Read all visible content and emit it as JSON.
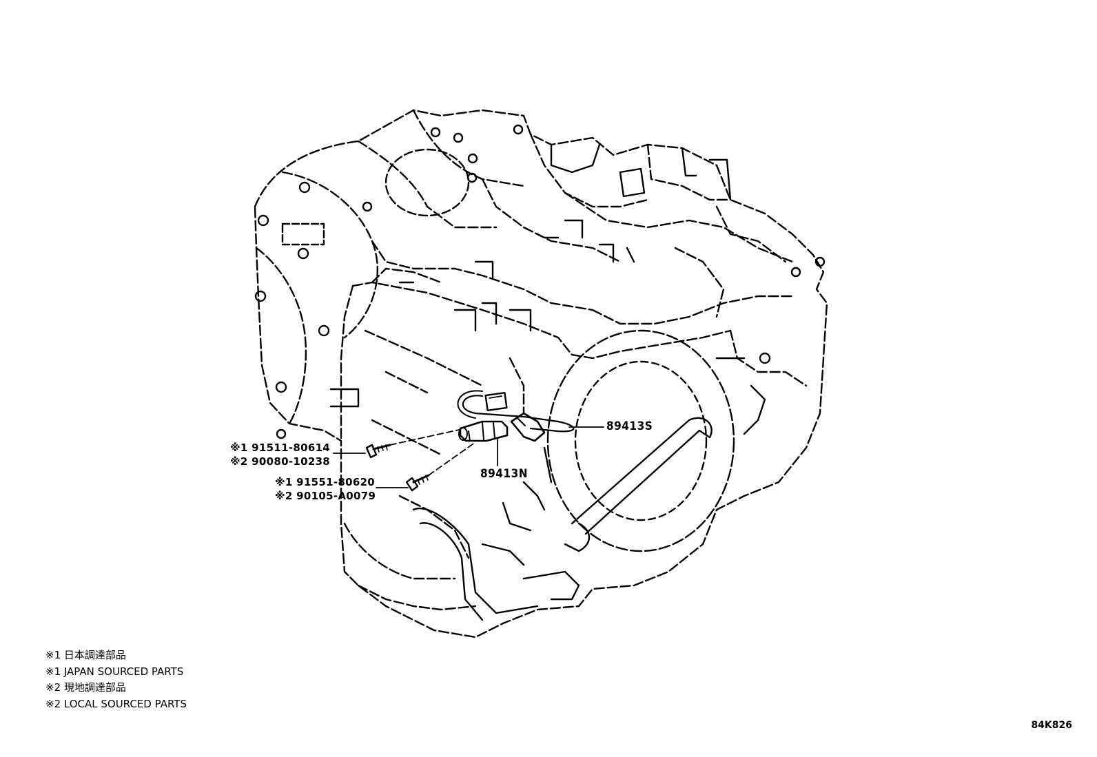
{
  "parts": {
    "speed_sensor_output": {
      "number": "89413S"
    },
    "speed_sensor_input": {
      "number": "89413N"
    },
    "bolt_a": {
      "japan": "※1 91511-80614",
      "local": "※2 90080-10238"
    },
    "bolt_b": {
      "japan": "※1 91551-80620",
      "local": "※2 90105-A0079"
    }
  },
  "legend": [
    "※1 日本調達部品",
    "※1 JAPAN SOURCED PARTS",
    "※2 現地調達部品",
    "※2 LOCAL SOURCED PARTS"
  ],
  "illustration_code": "84K826",
  "colors": {
    "line": "#000000",
    "background": "#ffffff"
  }
}
